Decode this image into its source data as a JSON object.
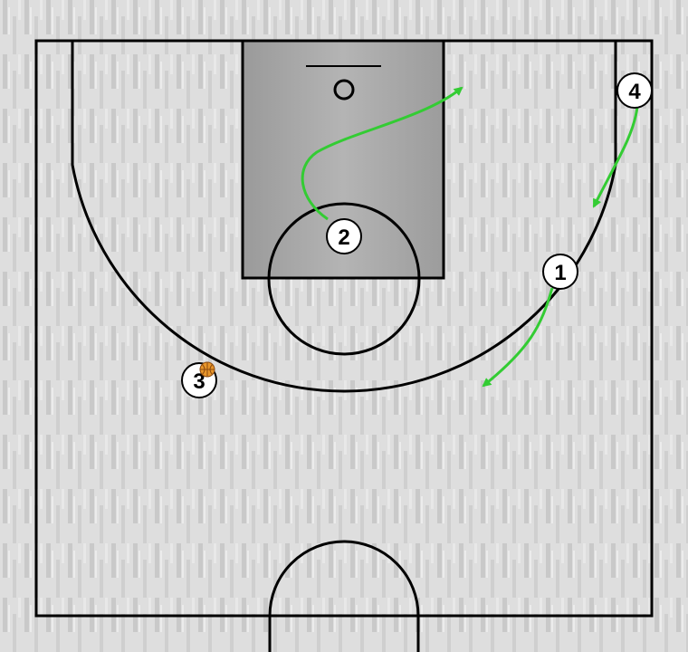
{
  "colors": {
    "floor_light": "#dcdcdc",
    "floor_stripe": "#c8c8c8",
    "paint": "#a9a9a9",
    "line": "#000000",
    "movement": "#33cc33",
    "player_fill": "#ffffff",
    "ball": "#e8962a"
  },
  "players": [
    {
      "id": "p1",
      "label": "1",
      "has_ball": false
    },
    {
      "id": "p2",
      "label": "2",
      "has_ball": false
    },
    {
      "id": "p3",
      "label": "3",
      "has_ball": true
    },
    {
      "id": "p4",
      "label": "4",
      "has_ball": false
    }
  ],
  "movements": [
    {
      "player": "2",
      "type": "cut",
      "color": "#33cc33"
    },
    {
      "player": "4",
      "type": "cut",
      "color": "#33cc33"
    },
    {
      "player": "1",
      "type": "cut",
      "color": "#33cc33"
    }
  ],
  "icons": {
    "ball": "basketball-icon",
    "hoop": "hoop-icon",
    "backboard": "backboard-icon"
  }
}
